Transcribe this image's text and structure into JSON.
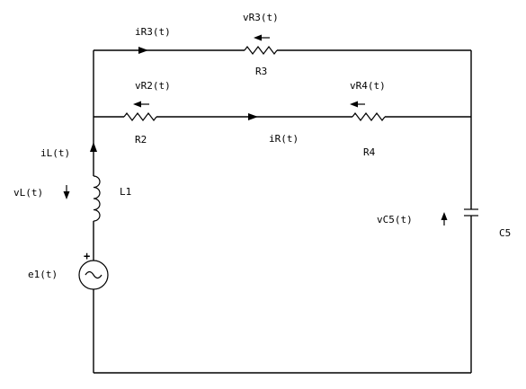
{
  "components": {
    "R3": "R3",
    "R2": "R2",
    "R4": "R4",
    "L1": "L1",
    "C5": "C5",
    "e1": "e1(t)"
  },
  "signals": {
    "iR3": "iR3(t)",
    "vR3": "vR3(t)",
    "vR2": "vR2(t)",
    "vR4": "vR4(t)",
    "iR": "iR(t)",
    "iL": "iL(t)",
    "vL": "vL(t)",
    "vC5": "vC5(t)"
  },
  "source_polarity": "+"
}
